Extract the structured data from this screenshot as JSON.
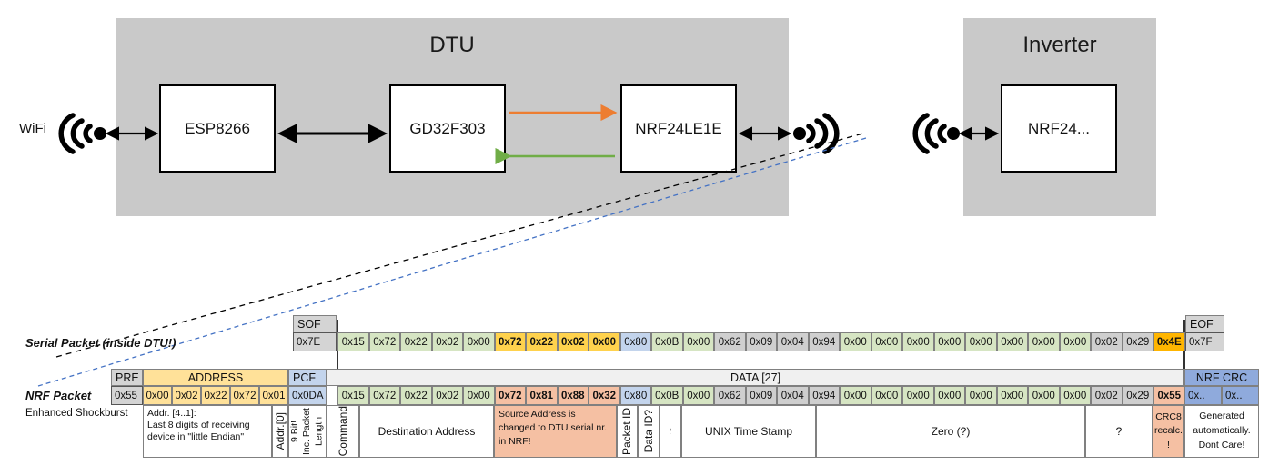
{
  "diagram": {
    "enclosures": [
      {
        "name": "dtu",
        "title": "DTU"
      },
      {
        "name": "inverter",
        "title": "Inverter"
      }
    ],
    "chips": [
      {
        "name": "esp8266",
        "label": "ESP8266"
      },
      {
        "name": "gd32f303",
        "label": "GD32F303"
      },
      {
        "name": "nrf24le1e",
        "label": "NRF24LE1E"
      },
      {
        "name": "nrf24",
        "label": "NRF24..."
      }
    ],
    "wifi_label": "WiFi",
    "colors": {
      "enclosure": "#c9c9c9",
      "orange_arrow": "#ed7d31",
      "green_arrow": "#70ad47",
      "blue_dashed": "#4472c4",
      "black": "#000000"
    }
  },
  "packets": {
    "serial": {
      "row_label": "Serial Packet (inside DTU!)",
      "sof_header": "SOF",
      "sof_value": "0x7E",
      "eof_header": "EOF",
      "eof_value": "0x7F",
      "cells": [
        {
          "v": "0x15",
          "c": "green"
        },
        {
          "v": "0x72",
          "c": "green"
        },
        {
          "v": "0x22",
          "c": "green"
        },
        {
          "v": "0x02",
          "c": "green"
        },
        {
          "v": "0x00",
          "c": "green"
        },
        {
          "v": "0x72",
          "c": "amber",
          "b": true
        },
        {
          "v": "0x22",
          "c": "amber",
          "b": true
        },
        {
          "v": "0x02",
          "c": "amber",
          "b": true
        },
        {
          "v": "0x00",
          "c": "amber",
          "b": true
        },
        {
          "v": "0x80",
          "c": "blue"
        },
        {
          "v": "0x0B",
          "c": "green"
        },
        {
          "v": "0x00",
          "c": "green"
        },
        {
          "v": "0x62",
          "c": "gray"
        },
        {
          "v": "0x09",
          "c": "gray"
        },
        {
          "v": "0x04",
          "c": "gray"
        },
        {
          "v": "0x94",
          "c": "gray"
        },
        {
          "v": "0x00",
          "c": "green"
        },
        {
          "v": "0x00",
          "c": "green"
        },
        {
          "v": "0x00",
          "c": "green"
        },
        {
          "v": "0x00",
          "c": "green"
        },
        {
          "v": "0x00",
          "c": "green"
        },
        {
          "v": "0x00",
          "c": "green"
        },
        {
          "v": "0x00",
          "c": "green"
        },
        {
          "v": "0x00",
          "c": "green"
        },
        {
          "v": "0x02",
          "c": "gray"
        },
        {
          "v": "0x29",
          "c": "gray"
        },
        {
          "v": "0x4E",
          "c": "orange",
          "b": true
        }
      ]
    },
    "nrf": {
      "row_label": "NRF Packet",
      "sub_label": "Enhanced Shockburst",
      "headers": [
        {
          "name": "pre",
          "text": "PRE",
          "c": "gray"
        },
        {
          "name": "address",
          "text": "ADDRESS",
          "c": "amberlight"
        },
        {
          "name": "pcf",
          "text": "PCF",
          "c": "bluelight"
        },
        {
          "name": "data",
          "text": "DATA [27]",
          "c": "whitegray"
        },
        {
          "name": "nrfcrc",
          "text": "NRF CRC",
          "c": "bluemid"
        }
      ],
      "pre_value": "0x55",
      "address_values": [
        "0x00",
        "0x02",
        "0x22",
        "0x72",
        "0x01"
      ],
      "pcf_value": "0x0DA",
      "cells": [
        {
          "v": "0x15",
          "c": "green"
        },
        {
          "v": "0x72",
          "c": "green"
        },
        {
          "v": "0x22",
          "c": "green"
        },
        {
          "v": "0x02",
          "c": "green"
        },
        {
          "v": "0x00",
          "c": "green"
        },
        {
          "v": "0x72",
          "c": "salmon",
          "b": true
        },
        {
          "v": "0x81",
          "c": "salmon",
          "b": true
        },
        {
          "v": "0x88",
          "c": "salmon",
          "b": true
        },
        {
          "v": "0x32",
          "c": "salmon",
          "b": true
        },
        {
          "v": "0x80",
          "c": "blue"
        },
        {
          "v": "0x0B",
          "c": "green"
        },
        {
          "v": "0x00",
          "c": "green"
        },
        {
          "v": "0x62",
          "c": "gray"
        },
        {
          "v": "0x09",
          "c": "gray"
        },
        {
          "v": "0x04",
          "c": "gray"
        },
        {
          "v": "0x94",
          "c": "gray"
        },
        {
          "v": "0x00",
          "c": "green"
        },
        {
          "v": "0x00",
          "c": "green"
        },
        {
          "v": "0x00",
          "c": "green"
        },
        {
          "v": "0x00",
          "c": "green"
        },
        {
          "v": "0x00",
          "c": "green"
        },
        {
          "v": "0x00",
          "c": "green"
        },
        {
          "v": "0x00",
          "c": "green"
        },
        {
          "v": "0x00",
          "c": "green"
        },
        {
          "v": "0x02",
          "c": "gray"
        },
        {
          "v": "0x29",
          "c": "gray"
        },
        {
          "v": "0x55",
          "c": "salmon",
          "b": true
        }
      ],
      "crc_values": [
        "0x..",
        "0x.."
      ],
      "annotations": {
        "address_note": "Addr. [4..1]:\nLast 8 digits of receiving device in \"little Endian\"",
        "addr0": "Addr.[0]",
        "pcf_note": "9 Bit!\nInc. Packet Length",
        "command": "Command",
        "destination": "Destination Address",
        "source_note": "Source Address is changed to DTU serial nr. in NRF!",
        "packet_id": "Packet ID",
        "data_id": "Data ID?",
        "tilde": "~",
        "unix": "UNIX Time Stamp",
        "zero": "Zero (?)",
        "question": "?",
        "crc8": "CRC8 recalc. !",
        "crc_note": "Generated automatically. Dont Care!"
      }
    },
    "colors": {
      "green": "#d6e5c3",
      "amber": "#ffd24d",
      "salmon": "#f5c0a3",
      "blue": "#c3d4ec",
      "gray": "#cfcfcf",
      "orange": "#ffb500",
      "amberlight": "#ffe199",
      "bluelight": "#c3d4ec",
      "bluemid": "#8faadc",
      "whitegray": "#f0f0f0",
      "headergray": "#d4d4d4"
    }
  }
}
